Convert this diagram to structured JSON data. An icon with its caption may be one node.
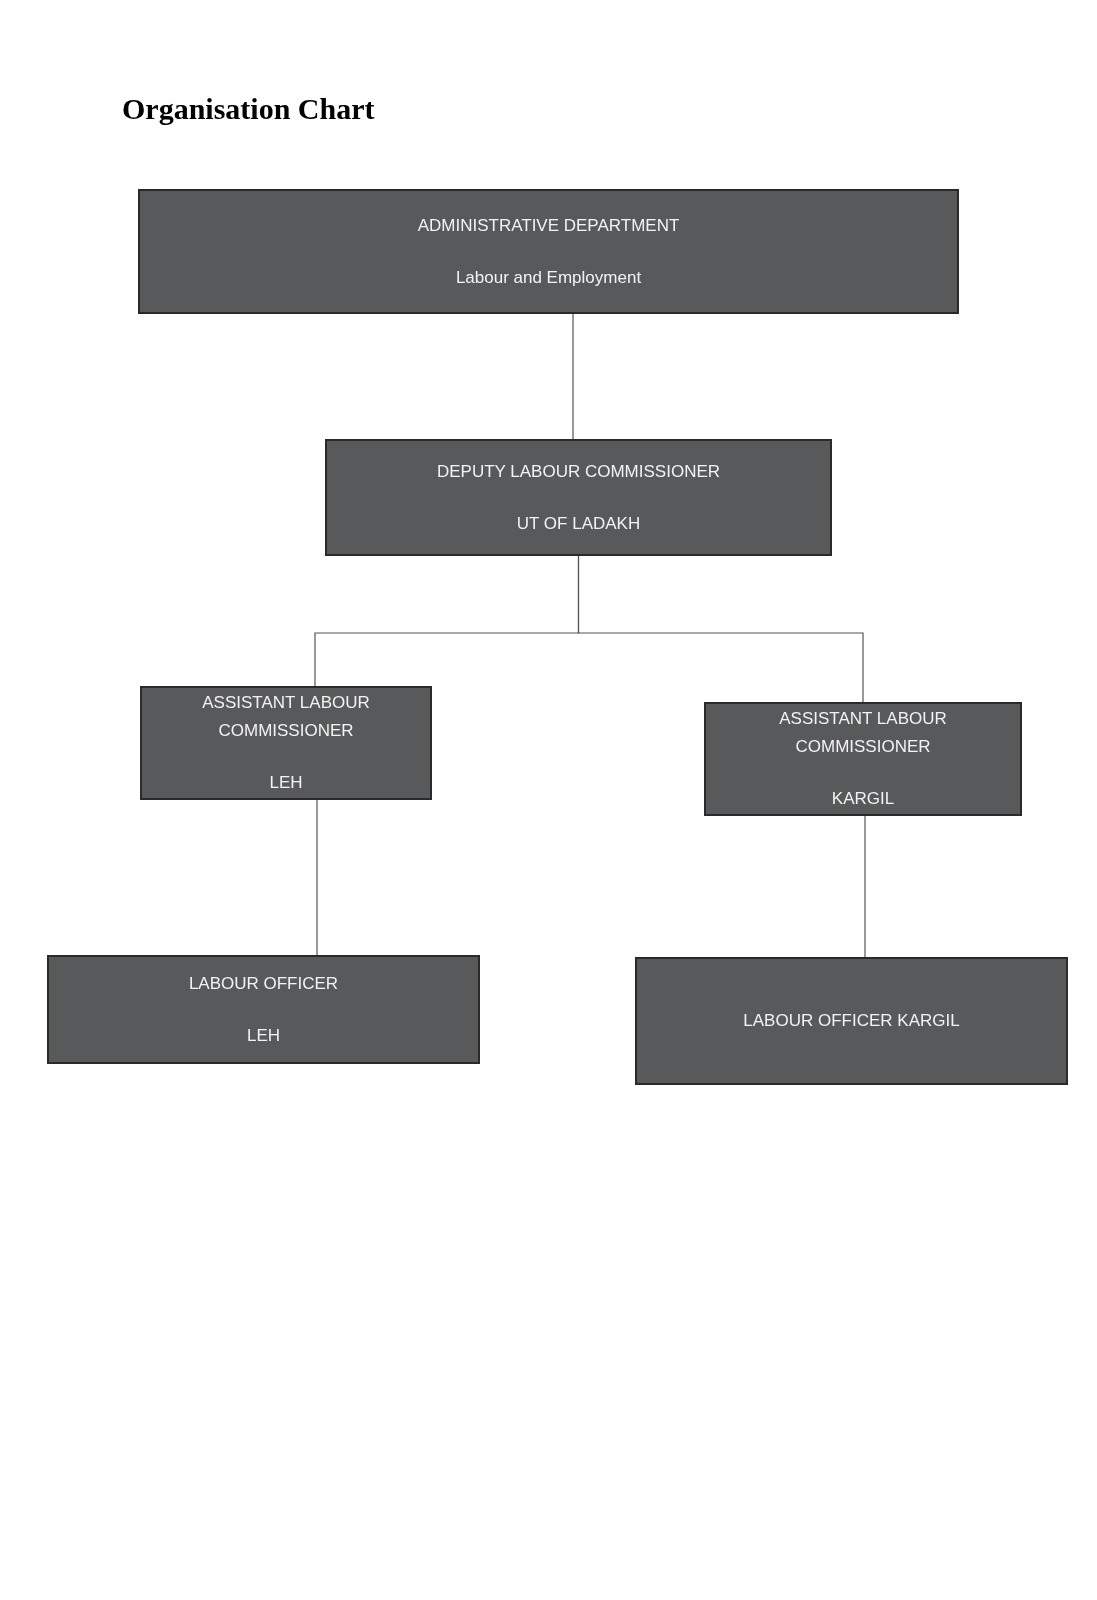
{
  "diagram": {
    "title": "Organisation Chart",
    "nodes": [
      {
        "text": [
          "ADMINISTRATIVE DEPARTMENT",
          "Labour and Employment"
        ]
      },
      {
        "text": [
          "DEPUTY LABOUR COMMISSIONER",
          "UT OF LADAKH"
        ]
      },
      {
        "text": [
          "ASSISTANT LABOUR COMMISSIONER",
          "LEH"
        ]
      },
      {
        "text": [
          "ASSISTANT LABOUR COMMISSIONER",
          "KARGIL"
        ]
      },
      {
        "text": [
          "LABOUR OFFICER",
          "LEH"
        ]
      },
      {
        "text": [
          "LABOUR OFFICER KARGIL"
        ]
      }
    ],
    "edges": [
      {
        "from": 0,
        "to": 1,
        "arrow": "none"
      },
      {
        "from": 1,
        "to": 2,
        "arrow": "none"
      },
      {
        "from": 1,
        "to": 3,
        "arrow": "none"
      },
      {
        "from": 2,
        "to": 4,
        "arrow": "none"
      },
      {
        "from": 3,
        "to": 5,
        "arrow": "none"
      }
    ]
  }
}
